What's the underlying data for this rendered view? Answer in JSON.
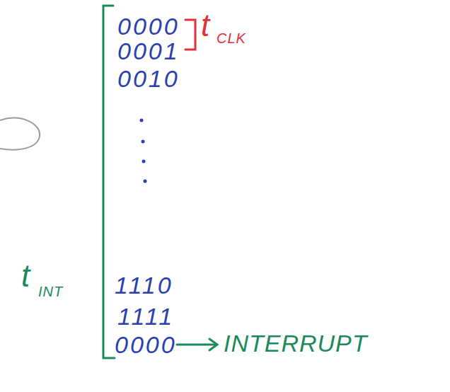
{
  "diagram": {
    "labels": [
      "0000",
      "0001",
      "0010",
      "1110",
      "1111",
      "0000",
      "t",
      "CLK",
      "t",
      "INT",
      "INTERRUPT"
    ]
  }
}
